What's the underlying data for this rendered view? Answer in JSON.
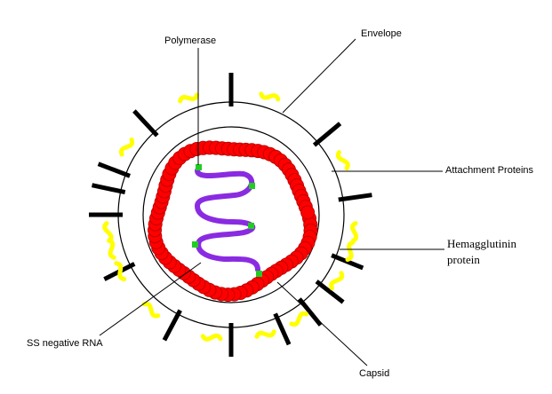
{
  "diagram": {
    "labels": {
      "polymerase": "Polymerase",
      "envelope": "Envelope",
      "attachment_proteins": "Attachment Proteins",
      "hemagglutinin_line1": "Hemagglutinin",
      "hemagglutinin_line2": "protein",
      "ss_negative_rna": "SS negative RNA",
      "capsid": "Capsid"
    },
    "colors": {
      "background": "#ffffff",
      "membrane": "#000000",
      "capsid": "#ff0000",
      "capsid_dark": "#c00000",
      "rna": "#8a2be2",
      "polymerase": "#22cc22",
      "hemagglutinin": "#ffff00",
      "attachment": "#000000",
      "text": "#000000"
    }
  }
}
